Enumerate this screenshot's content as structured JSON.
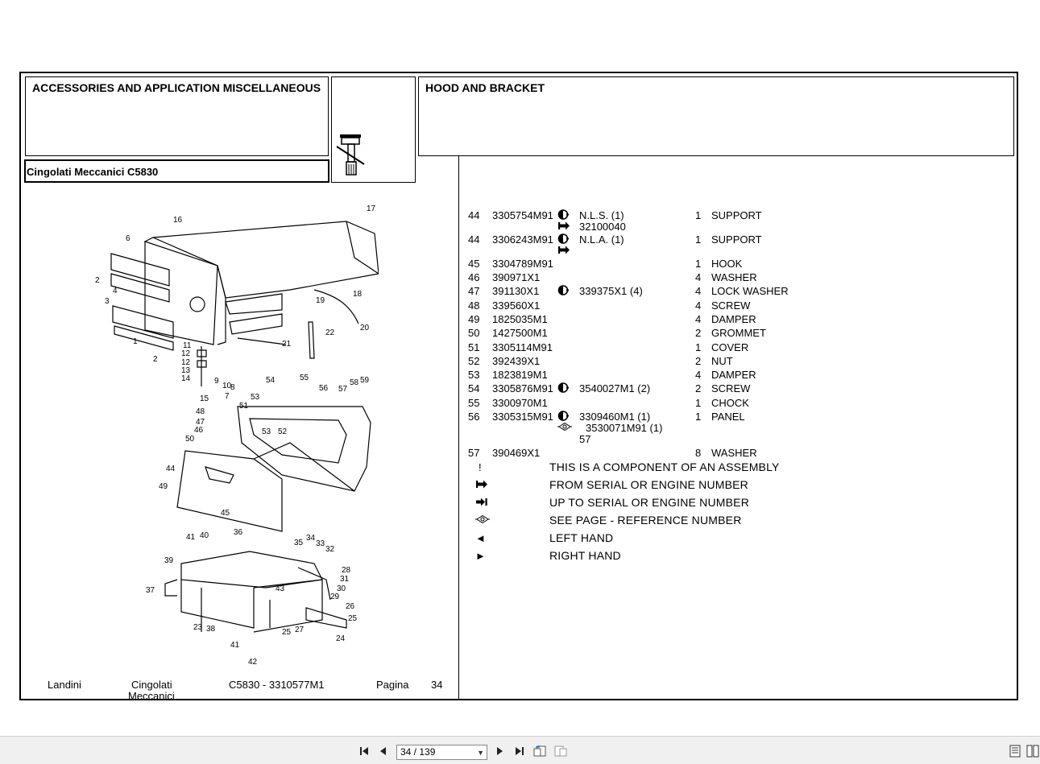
{
  "header": {
    "section_title": "ACCESSORIES AND APPLICATION MISCELLANEOUS",
    "model_title": "Cingolati Meccanici C5830",
    "group_title": "HOOD AND BRACKET"
  },
  "parts": [
    {
      "idx": "44",
      "pn": "3305754M91",
      "sym": "half-circle-icon",
      "note": "N.L.S.  (1)",
      "qty": "1",
      "desc": "SUPPORT",
      "sub_sym": "from-serial-arrow-icon",
      "sub": "32100040"
    },
    {
      "idx": "44",
      "pn": "3306243M91",
      "sym": "half-circle-icon",
      "note": "N.L.A.  (1)",
      "qty": "1",
      "desc": "SUPPORT",
      "sub_sym": "from-serial-arrow-icon",
      "sub": ""
    },
    {
      "idx": "45",
      "pn": "3304789M91",
      "sym": "",
      "note": "",
      "qty": "1",
      "desc": "HOOK"
    },
    {
      "idx": "46",
      "pn": "390971X1",
      "sym": "",
      "note": "",
      "qty": "4",
      "desc": "WASHER"
    },
    {
      "idx": "47",
      "pn": "391130X1",
      "sym": "half-circle-icon",
      "note": "339375X1  (4)",
      "qty": "4",
      "desc": "LOCK WASHER"
    },
    {
      "idx": "48",
      "pn": "339560X1",
      "sym": "",
      "note": "",
      "qty": "4",
      "desc": "SCREW"
    },
    {
      "idx": "49",
      "pn": "1825035M1",
      "sym": "",
      "note": "",
      "qty": "4",
      "desc": "DAMPER"
    },
    {
      "idx": "50",
      "pn": "1427500M1",
      "sym": "",
      "note": "",
      "qty": "2",
      "desc": "GROMMET"
    },
    {
      "idx": "51",
      "pn": "3305114M91",
      "sym": "",
      "note": "",
      "qty": "1",
      "desc": "COVER"
    },
    {
      "idx": "52",
      "pn": "392439X1",
      "sym": "",
      "note": "",
      "qty": "2",
      "desc": "NUT"
    },
    {
      "idx": "53",
      "pn": "1823819M1",
      "sym": "",
      "note": "",
      "qty": "4",
      "desc": "DAMPER"
    },
    {
      "idx": "54",
      "pn": "3305876M91",
      "sym": "half-circle-icon",
      "note": "3540027M1  (2)",
      "qty": "2",
      "desc": "SCREW"
    },
    {
      "idx": "55",
      "pn": "3300970M1",
      "sym": "",
      "note": "",
      "qty": "1",
      "desc": "CHOCK"
    },
    {
      "idx": "56",
      "pn": "3305315M91",
      "sym": "half-circle-icon",
      "note": "3309460M1  (1)",
      "qty": "1",
      "desc": "PANEL",
      "sub_sym": "see-page-icon",
      "sub": "3530071M91  (1)",
      "sub2": "57"
    },
    {
      "idx": "57",
      "pn": "390469X1",
      "sym": "",
      "note": "",
      "qty": "8",
      "desc": "WASHER"
    }
  ],
  "legend": [
    {
      "sym": "exclamation-icon",
      "glyph": "!",
      "text": "THIS IS A COMPONENT OF AN ASSEMBLY"
    },
    {
      "sym": "from-serial-arrow-icon",
      "glyph": "",
      "text": "FROM SERIAL OR ENGINE NUMBER"
    },
    {
      "sym": "up-to-serial-arrow-icon",
      "glyph": "",
      "text": "UP TO SERIAL OR ENGINE NUMBER"
    },
    {
      "sym": "see-page-icon",
      "glyph": "",
      "text": "SEE PAGE - REFERENCE NUMBER"
    },
    {
      "sym": "left-triangle-icon",
      "glyph": "◄",
      "text": "LEFT HAND"
    },
    {
      "sym": "right-triangle-icon",
      "glyph": "►",
      "text": "RIGHT HAND"
    }
  ],
  "footer": {
    "brand": "Landini",
    "series_line1": "Cingolati",
    "series_line2": "Meccanici",
    "model_code": "C5830 - 3310577M1",
    "page_label": "Pagina",
    "page_number": "34"
  },
  "toolbar": {
    "page_indicator": "34 / 139"
  },
  "diagram": {
    "callouts": [
      "16",
      "17",
      "6",
      "2",
      "4",
      "3",
      "18",
      "19",
      "20",
      "22",
      "21",
      "1",
      "2",
      "11",
      "12",
      "12",
      "13",
      "9",
      "10",
      "8",
      "14",
      "15",
      "7",
      "54",
      "55",
      "56",
      "53",
      "57",
      "58",
      "59",
      "51",
      "48",
      "47",
      "46",
      "53",
      "52",
      "50",
      "44",
      "49",
      "45",
      "36",
      "41",
      "40",
      "35",
      "34",
      "33",
      "32",
      "39",
      "28",
      "31",
      "37",
      "43",
      "30",
      "29",
      "26",
      "25",
      "23",
      "38",
      "25",
      "27",
      "24",
      "41",
      "42"
    ]
  }
}
